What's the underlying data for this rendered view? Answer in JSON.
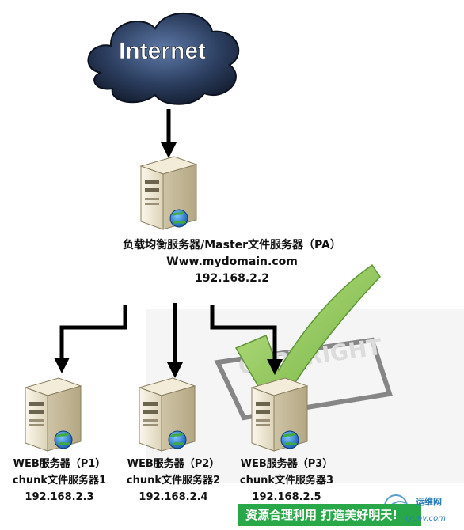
{
  "cloud": {
    "label": "Internet"
  },
  "master": {
    "title": "负载均衡服务器/Master文件服务器（PA）",
    "domain": "Www.mydomain.com",
    "ip": "192.168.2.2"
  },
  "servers": [
    {
      "role": "WEB服务器（P1）",
      "chunk": "chunk文件服务器1",
      "ip": "192.168.2.3"
    },
    {
      "role": "WEB服务器（P2）",
      "chunk": "chunk文件服务器2",
      "ip": "192.168.2.4"
    },
    {
      "role": "WEB服务器（P3）",
      "chunk": "chunk文件服务器3",
      "ip": "192.168.2.5"
    }
  ],
  "background": {
    "stamp_text": "COPYRIGHT"
  },
  "banner": {
    "text": "资源合理利用 打造美好明天!"
  },
  "watermark": {
    "text": "运维网",
    "url": "iyunv.com"
  },
  "colors": {
    "cloud_dark": "#1f2f4a",
    "check_green": "#7fc23a",
    "banner_green": "#29a84a",
    "server_beige": "#ece4cf"
  }
}
